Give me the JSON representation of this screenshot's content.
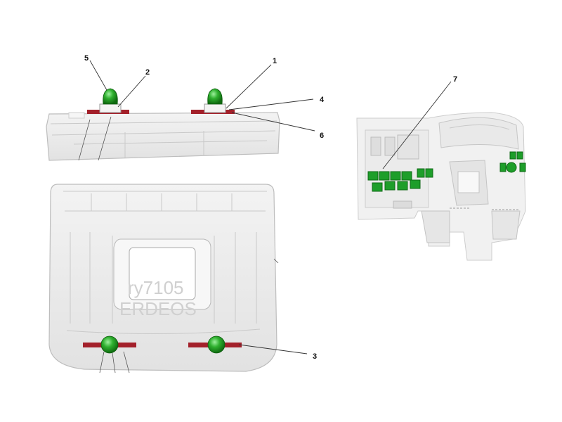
{
  "diagram": {
    "callouts": [
      "1",
      "2",
      "3",
      "4",
      "5",
      "6",
      "7"
    ],
    "watermark": [
      "ry7105",
      "ERDEOS"
    ]
  },
  "colors": {
    "lamp_green": "#1f9a1f",
    "lamp_highlight": "#7fe07f",
    "bracket_red": "#a3202a",
    "switch_green": "#1e9e2a",
    "panel_fill": "#ececec",
    "panel_edge": "#bdbdbd"
  }
}
